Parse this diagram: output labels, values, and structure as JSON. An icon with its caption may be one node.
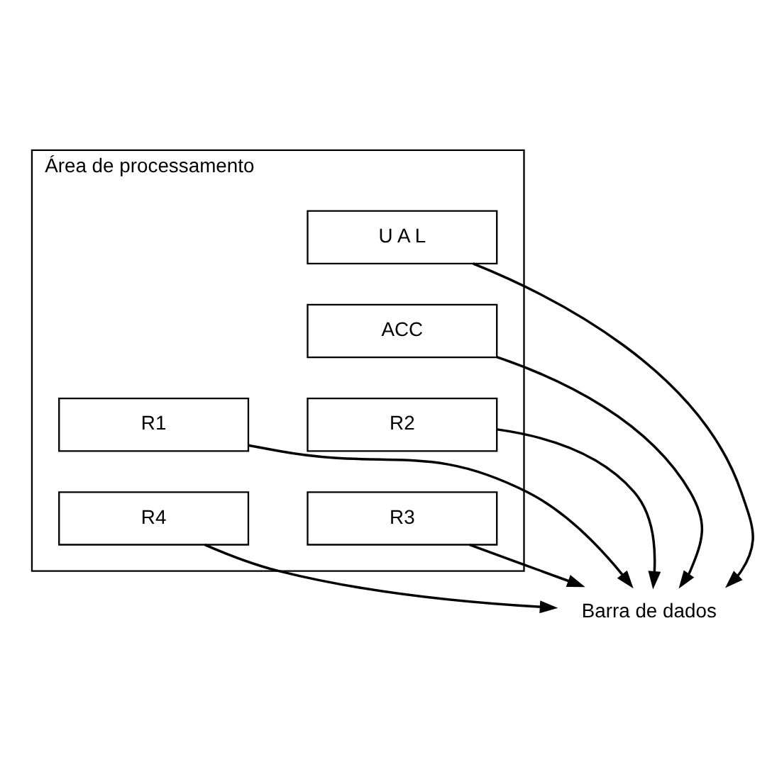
{
  "diagram": {
    "nodes": [
      {
        "text": [
          "Área de processamento"
        ]
      },
      {
        "text": [
          "U A L"
        ],
        "in": 0
      },
      {
        "text": [
          "ACC"
        ],
        "in": 0
      },
      {
        "text": [
          "R1"
        ],
        "in": 0
      },
      {
        "text": [
          "R2"
        ],
        "in": 0
      },
      {
        "text": [
          "R3"
        ],
        "in": 0
      },
      {
        "text": [
          "R4"
        ],
        "in": 0
      },
      {
        "text": [
          "Barra de dados"
        ]
      }
    ],
    "edges": [
      {
        "from": 1,
        "to": 7,
        "arrow": "to"
      },
      {
        "from": 2,
        "to": 7,
        "arrow": "to"
      },
      {
        "from": 3,
        "to": 7,
        "arrow": "to"
      },
      {
        "from": 4,
        "to": 7,
        "arrow": "to"
      },
      {
        "from": 5,
        "to": 7,
        "arrow": "to"
      },
      {
        "from": 6,
        "to": 7,
        "arrow": "to"
      }
    ]
  }
}
